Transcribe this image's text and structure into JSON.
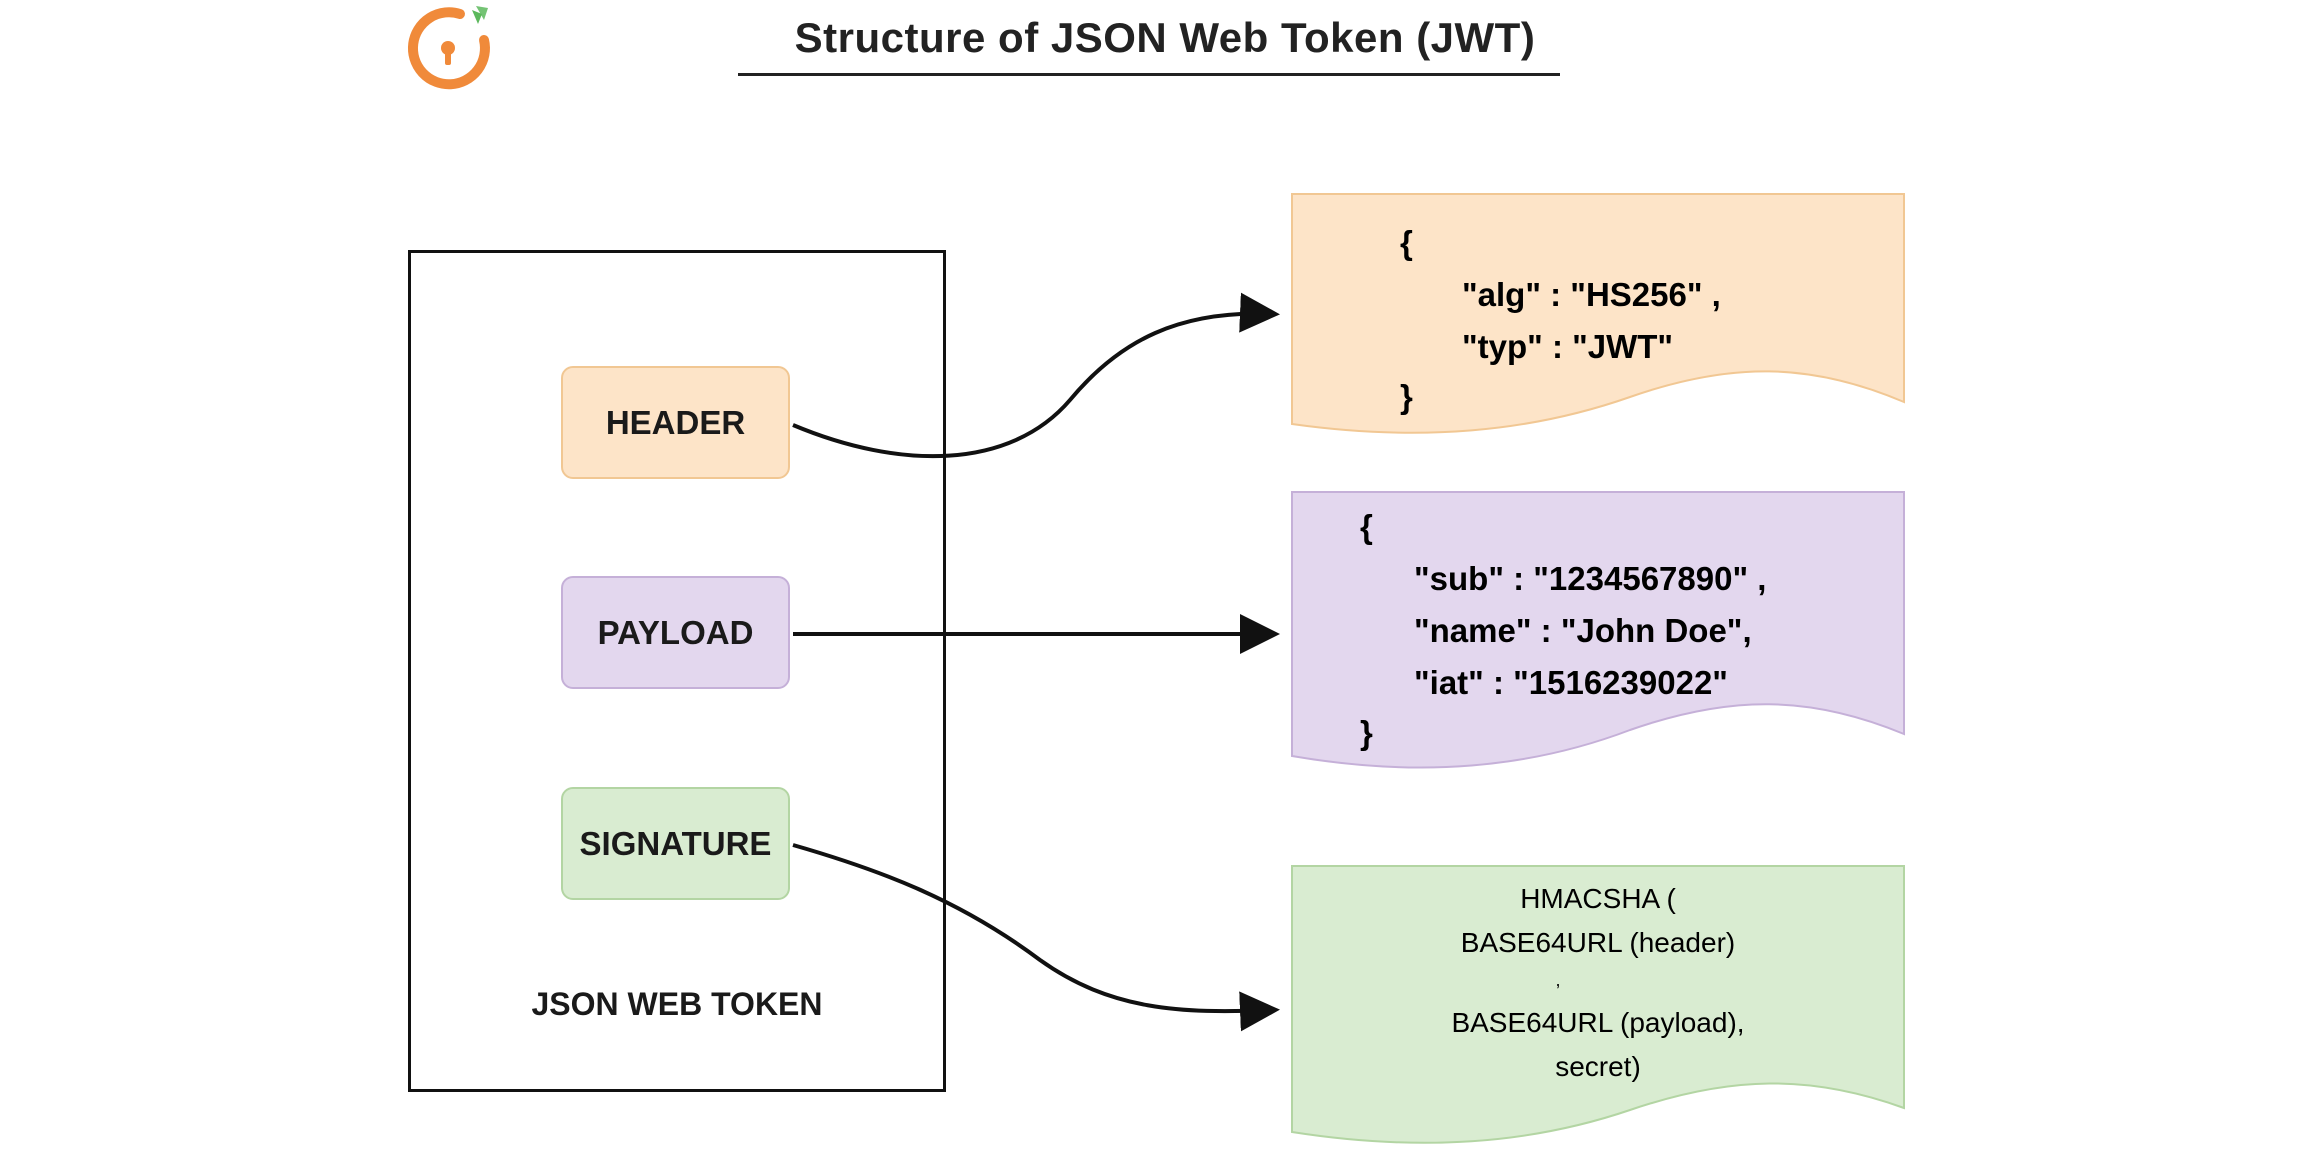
{
  "title": "Structure of JSON Web Token (JWT)",
  "token": {
    "label": "JSON WEB TOKEN",
    "parts": {
      "header": "HEADER",
      "payload": "PAYLOAD",
      "signature": "SIGNATURE"
    }
  },
  "docs": {
    "header": {
      "open": "{",
      "line1": "\"alg\" : \"HS256\" ,",
      "line2": "\"typ\" : \"JWT\"",
      "close": "}"
    },
    "payload": {
      "open": "{",
      "line1": "\"sub\" : \"1234567890\" ,",
      "line2": "\"name\" : \"John Doe\",",
      "line3": "\"iat\" : \"1516239022\"",
      "close": "}"
    },
    "signature": {
      "line1": "HMACSHA (",
      "line2": "BASE64URL (header)",
      "line3": ",",
      "line4": "BASE64URL (payload),",
      "line5": "secret)"
    }
  },
  "colors": {
    "header_fill": "#fde4c8",
    "payload_fill": "#e3d7ee",
    "signature_fill": "#d9ecd1",
    "logo_orange": "#f08a3a",
    "logo_green": "#5cb85c"
  },
  "icons": {
    "logo": "brand-logo-icon"
  }
}
